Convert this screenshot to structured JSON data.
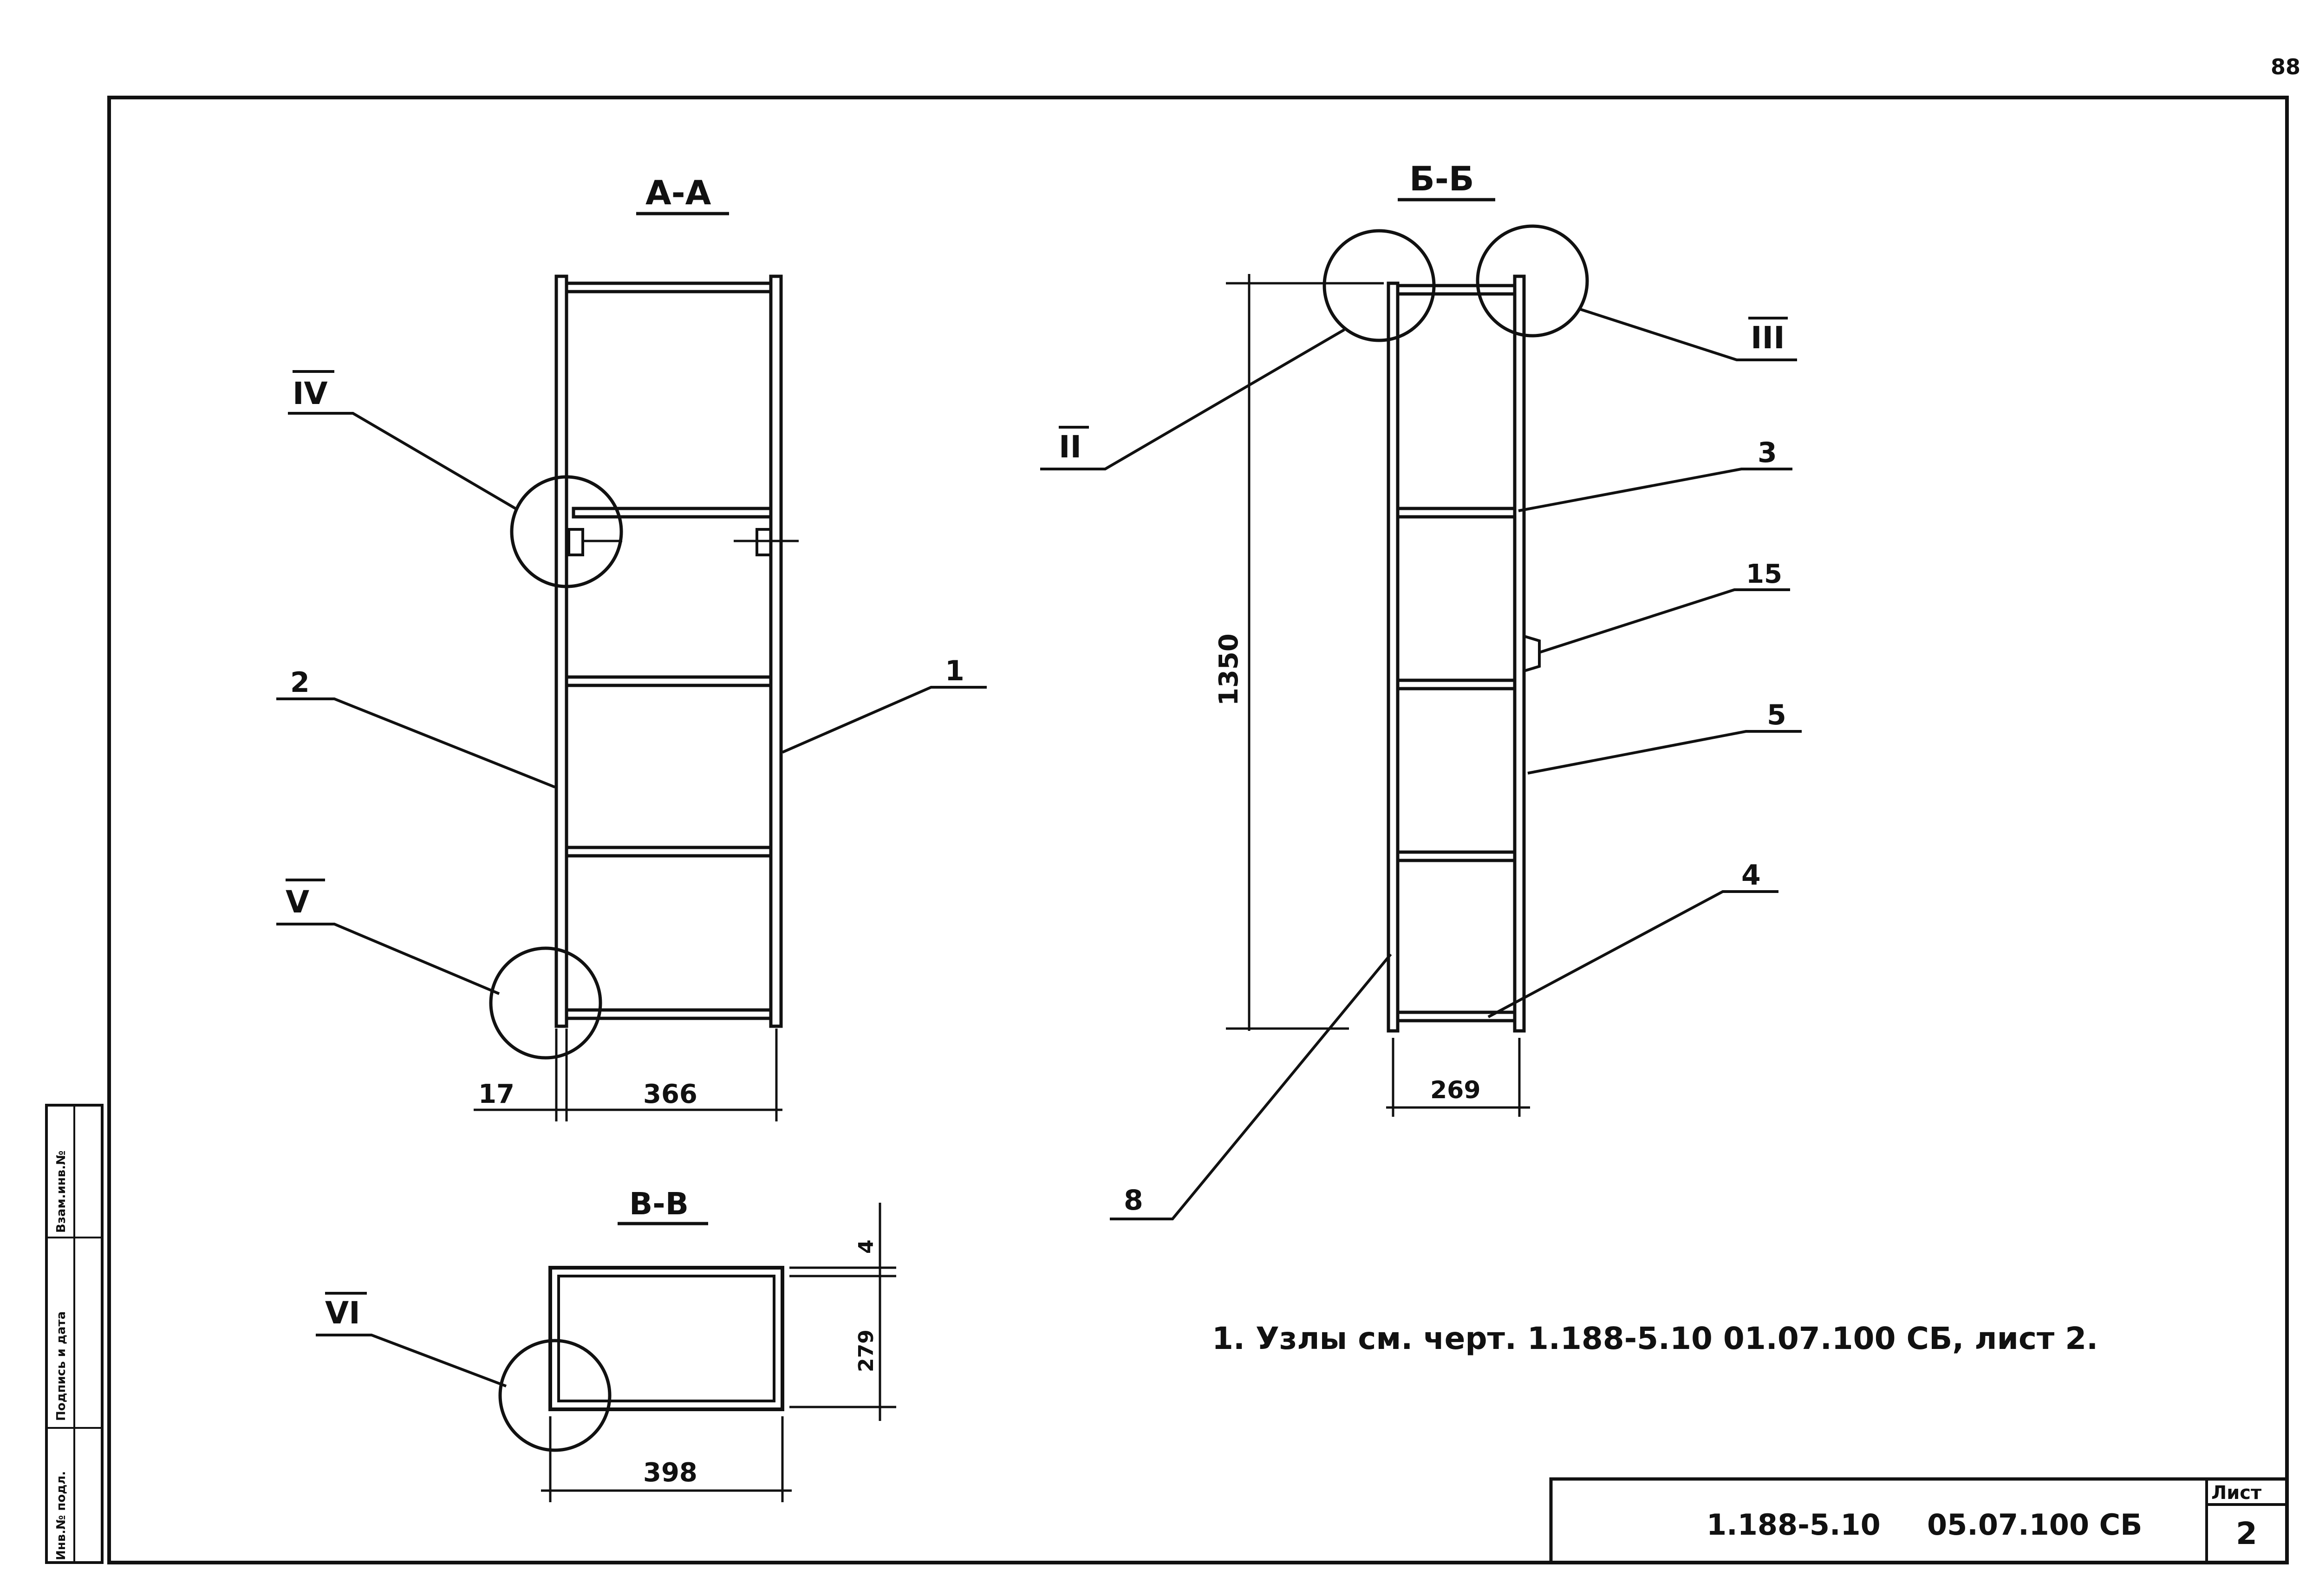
{
  "page_number": "88",
  "sections": {
    "aa": {
      "title": "А-А",
      "dim_left": "17",
      "dim_width": "366"
    },
    "bb": {
      "title": "Б-Б",
      "dim_height": "1350",
      "dim_width": "269"
    },
    "vv": {
      "title": "В-В",
      "dim_width": "398",
      "dim_height": "279",
      "dim_top": "4"
    }
  },
  "node_callouts": {
    "ii": "II",
    "iii": "III",
    "iv": "IV",
    "v": "V",
    "vi": "VI"
  },
  "position_callouts": {
    "p1": "1",
    "p2": "2",
    "p3": "3",
    "p4": "4",
    "p5": "5",
    "p8": "8",
    "p15": "15"
  },
  "note": "1. Узлы см. черт. 1.188-5.10  01.07.100 СБ, лист 2.",
  "title_block": {
    "series": "1.188-5.10",
    "code": "05.07.100 СБ",
    "sheet_label": "Лист",
    "sheet_number": "2"
  },
  "side_stamp": {
    "inv_podl": "Инв.№ подл.",
    "signature_date": "Подпись и дата",
    "vzam_inv": "Взам.инв.№"
  }
}
